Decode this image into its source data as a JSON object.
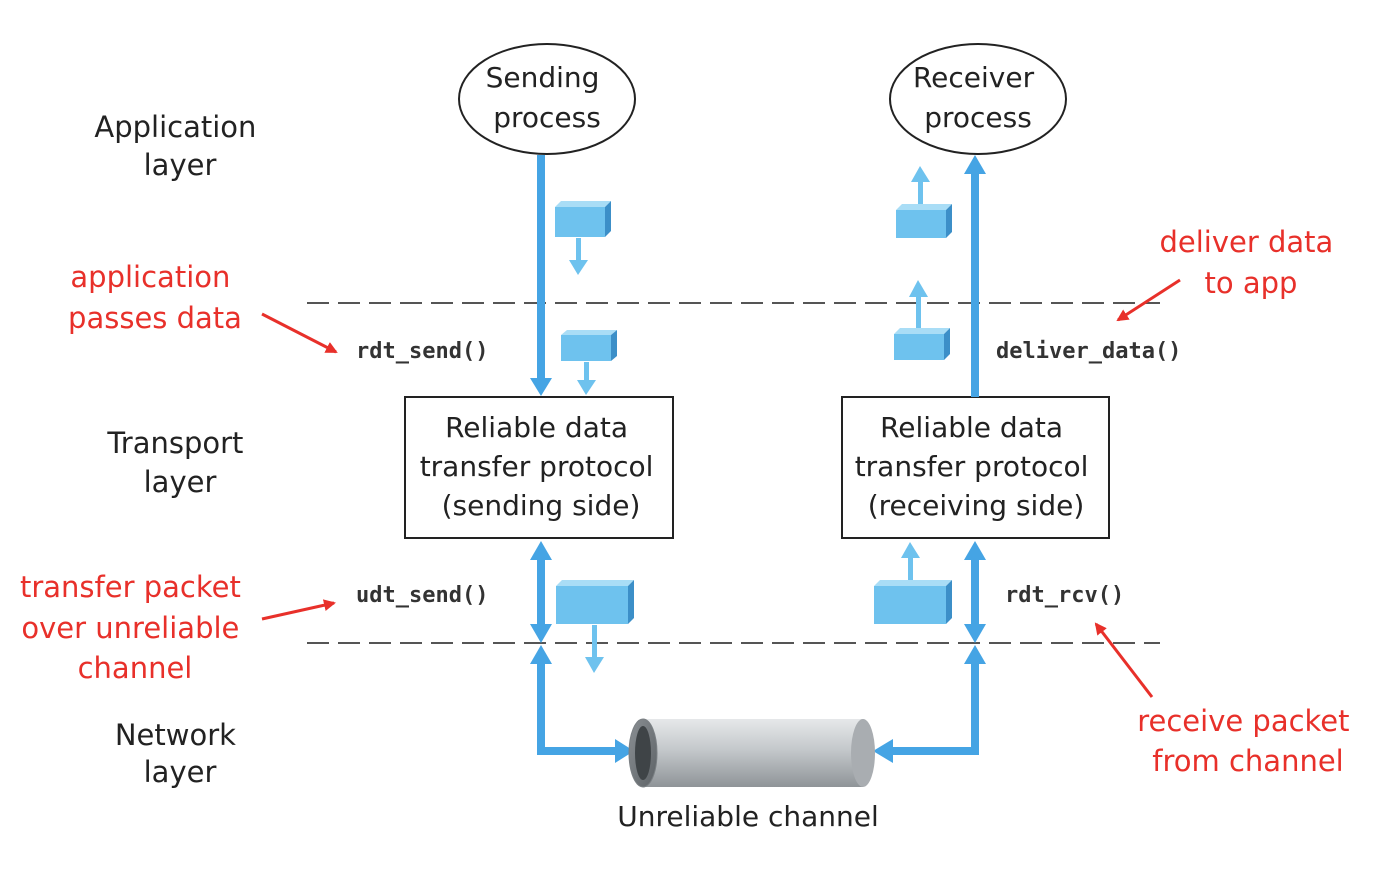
{
  "layers": {
    "application": [
      "Application",
      "layer"
    ],
    "transport": [
      "Transport",
      "layer"
    ],
    "network": [
      "Network",
      "layer"
    ]
  },
  "processes": {
    "sender": [
      "Sending",
      "process"
    ],
    "receiver": [
      "Receiver",
      "process"
    ]
  },
  "protocol_boxes": {
    "sending": [
      "Reliable data",
      "transfer protocol",
      "(sending side)"
    ],
    "receiving": [
      "Reliable data",
      "transfer protocol",
      "(receiving side)"
    ]
  },
  "calls": {
    "rdt_send": "rdt_send()",
    "deliver_data": "deliver_data()",
    "udt_send": "udt_send()",
    "rdt_rcv": "rdt_rcv()"
  },
  "annotations": {
    "app_passes": [
      "application",
      "passes data"
    ],
    "deliver_to_app": [
      "deliver data",
      "to app"
    ],
    "transfer_packet": [
      "transfer packet",
      "over unreliable",
      "channel"
    ],
    "receive_packet": [
      "receive packet",
      "from channel"
    ]
  },
  "channel_label": "Unreliable channel",
  "colors": {
    "arrow": "#45a4e4",
    "packet": "#6ec2ee",
    "packet_shadow": "#3c8fc8",
    "annotation": "#e8302a",
    "dashed_line": "#555555"
  }
}
